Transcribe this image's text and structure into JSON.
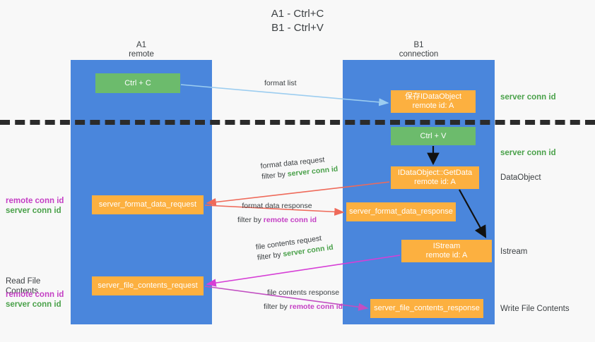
{
  "title": {
    "line1": "A1 - Ctrl+C",
    "line2": "B1 - Ctrl+V"
  },
  "columns": {
    "a1": {
      "name": "A1",
      "role": "remote"
    },
    "b1": {
      "name": "B1",
      "role": "connection"
    }
  },
  "nodes": {
    "ctrl_c": {
      "label": "Ctrl + C",
      "color": "#6cbb6c"
    },
    "idataobject": {
      "line1": "保存IDataObject",
      "line2": "remote id: A",
      "color": "#fcb040"
    },
    "ctrl_v": {
      "label": "Ctrl + V",
      "color": "#6cbb6c"
    },
    "getdata": {
      "line1": "IDataObject::GetData",
      "line2": "remote id: A",
      "color": "#fcb040"
    },
    "server_format_data_request": {
      "label": "server_format_data_request",
      "color": "#fcb040"
    },
    "server_format_data_response": {
      "label": "server_format_data_response",
      "color": "#fcb040"
    },
    "istream": {
      "line1": "IStream",
      "line2": "remote id: A",
      "color": "#fcb040"
    },
    "server_file_contents_request": {
      "label": "server_file_contents_request",
      "color": "#fcb040"
    },
    "server_file_contents_response": {
      "label": "server_file_contents_response",
      "color": "#fcb040"
    }
  },
  "edges": {
    "format_list": {
      "label": "format list",
      "color": "#9ccdf0"
    },
    "format_data_request": {
      "label": "format data request",
      "filter_prefix": "filter by ",
      "filter_id": "server conn id",
      "color": "#ef6a5a"
    },
    "format_data_response": {
      "label": "format data response",
      "filter_prefix": "filter by ",
      "filter_id": "remote conn id",
      "color": "#ef6a5a"
    },
    "file_contents_request": {
      "label": "file contents request",
      "filter_prefix": "filter by ",
      "filter_id": "server conn id",
      "color": "#d63fd6"
    },
    "file_contents_response": {
      "label": "file contents response",
      "filter_prefix": "filter by ",
      "filter_id": "remote conn id",
      "color": "#c24fc2"
    }
  },
  "annotations": {
    "right": {
      "server_conn_id_top": "server conn id",
      "server_conn_id_mid": "server conn id",
      "dataobject": "DataObject",
      "istream": "Istream",
      "write_file_contents": "Write File Contents"
    },
    "left": {
      "remote_conn_id_1": "remote conn id",
      "server_conn_id_1": "server conn id",
      "read_file_contents": "Read File Contents",
      "remote_conn_id_2": "remote conn id",
      "server_conn_id_2": "server conn id"
    }
  },
  "colors": {
    "lane": "#4a86dc",
    "green_text": "#4aa14a",
    "magenta_text": "#c43fc4",
    "divider": "#2b2b2b",
    "background": "#f8f8f8"
  }
}
